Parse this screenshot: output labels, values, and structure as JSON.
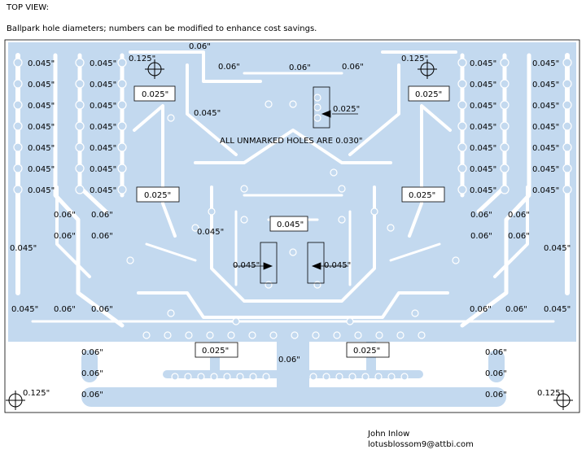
{
  "header": {
    "view_title": "TOP VIEW:",
    "subtitle": "Ballpark hole diameters; numbers can be modified to enhance cost savings."
  },
  "board": {
    "note": "ALL UNMARKED HOLES ARE 0.030\"",
    "trace_color": "#c3d9ef",
    "labels": [
      {
        "id": "l-0125-tl",
        "text": "0.125\""
      },
      {
        "id": "l-0125-tr",
        "text": "0.125\""
      },
      {
        "id": "l-0125-bl",
        "text": "0.125\""
      },
      {
        "id": "l-0125-br",
        "text": "0.125\""
      },
      {
        "id": "l-006-top",
        "text": "0.06\""
      },
      {
        "id": "l-006-t1",
        "text": "0.06\""
      },
      {
        "id": "l-006-t2",
        "text": "0.06\""
      },
      {
        "id": "l-006-t3",
        "text": "0.06\""
      },
      {
        "id": "l-0025-tl",
        "text": "0.025\""
      },
      {
        "id": "l-0025-tm",
        "text": "0.025\""
      },
      {
        "id": "l-0025-tr",
        "text": "0.025\""
      },
      {
        "id": "l-0045-tm",
        "text": "0.045\""
      },
      {
        "id": "l-0025-ml",
        "text": "0.025\""
      },
      {
        "id": "l-0025-mr",
        "text": "0.025\""
      },
      {
        "id": "l-0045-c",
        "text": "0.045\""
      },
      {
        "id": "l-0045-mid",
        "text": "0.045\""
      },
      {
        "id": "l-0045-cl",
        "text": "0.045\""
      },
      {
        "id": "l-0045-cr",
        "text": "0.045\""
      },
      {
        "id": "l-0025-bl",
        "text": "0.025\""
      },
      {
        "id": "l-0025-br",
        "text": "0.025\""
      },
      {
        "id": "l-006-bc",
        "text": "0.06\""
      }
    ],
    "col_labels": {
      "c1": [
        "0.045\"",
        "0.045\"",
        "0.045\"",
        "0.045\"",
        "0.045\"",
        "0.045\"",
        "0.045\""
      ],
      "c2": [
        "0.045\"",
        "0.045\"",
        "0.045\"",
        "0.045\"",
        "0.045\"",
        "0.045\"",
        "0.045\""
      ],
      "c3": [
        "0.045\"",
        "0.045\"",
        "0.045\"",
        "0.045\"",
        "0.045\"",
        "0.045\"",
        "0.045\""
      ],
      "c4": [
        "0.045\"",
        "0.045\"",
        "0.045\"",
        "0.045\"",
        "0.045\"",
        "0.045\"",
        "0.045\""
      ]
    },
    "side_labels": {
      "left_mid_a": [
        "0.06\"",
        "0.06\""
      ],
      "left_mid_b": [
        "0.06\"",
        "0.06\""
      ],
      "right_mid_a": [
        "0.06\"",
        "0.06\""
      ],
      "right_mid_b": [
        "0.06\"",
        "0.06\""
      ],
      "left_big": "0.045\"",
      "right_big": "0.045\"",
      "left_bottom": [
        "0.045\"",
        "0.06\"",
        "0.06\""
      ],
      "right_bottom": [
        "0.06\"",
        "0.06\"",
        "0.045\""
      ],
      "bottom_left_col": [
        "0.06\"",
        "0.06\"",
        "0.06\""
      ],
      "bottom_right_col": [
        "0.06\"",
        "0.06\"",
        "0.06\""
      ]
    }
  },
  "signature": {
    "name": "John Inlow",
    "email": "lotusblossom9@attbi.com"
  }
}
